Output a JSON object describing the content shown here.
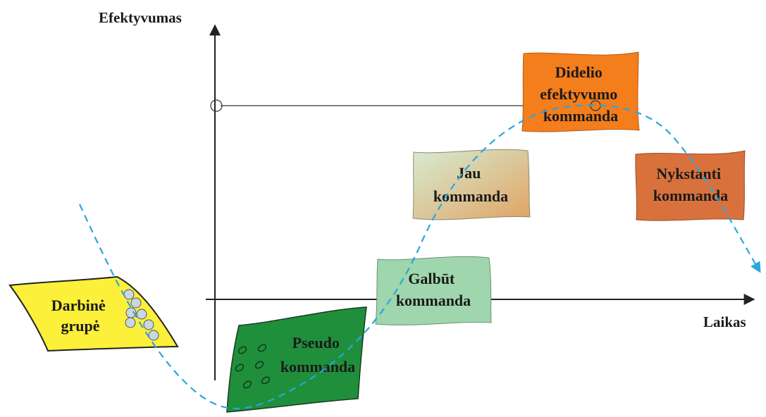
{
  "axes": {
    "y_label": "Efektyvumas",
    "x_label": "Laikas"
  },
  "stages": [
    {
      "id": "darbine-grupe",
      "lines": [
        "Darbinė",
        "grupė"
      ],
      "fill": "#fdf03a"
    },
    {
      "id": "pseudo-kommanda",
      "lines": [
        "Pseudo",
        "kommanda"
      ],
      "fill": "#1f8f3c"
    },
    {
      "id": "galbut-kommanda",
      "lines": [
        "Galbūt",
        "kommanda"
      ],
      "fill": "#9fd6ad"
    },
    {
      "id": "jau-kommanda",
      "lines": [
        "Jau",
        "kommanda"
      ],
      "fill_gradient": [
        "#d8ecd0",
        "#e1a86a"
      ]
    },
    {
      "id": "didelio-efektyvumo-kommanda",
      "lines": [
        "Didelio",
        "efektyvumo",
        "kommanda"
      ],
      "fill": "#f47d1c"
    },
    {
      "id": "nykstanti-kommanda",
      "lines": [
        "Nykstanti",
        "kommanda"
      ],
      "fill": "#d9713d"
    }
  ],
  "colors": {
    "curve": "#2aa6df",
    "axis": "#222222",
    "member_circle": "#c9d6e4"
  }
}
